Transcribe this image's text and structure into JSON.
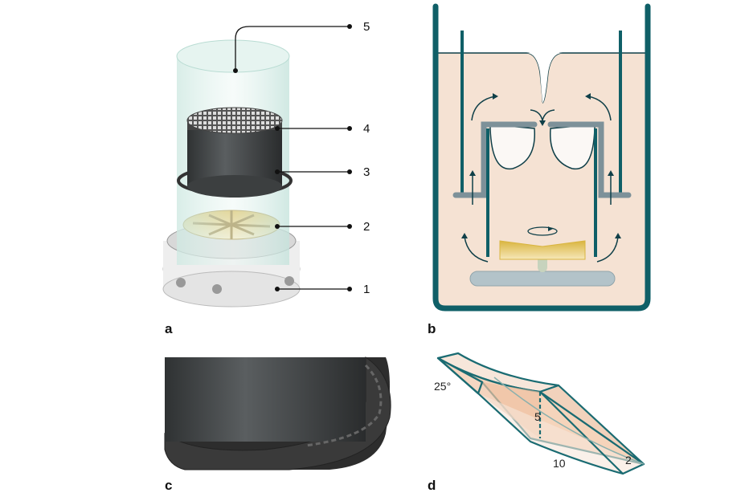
{
  "panels": {
    "a": {
      "label": "a",
      "callouts": [
        "5",
        "4",
        "3",
        "2",
        "1"
      ]
    },
    "b": {
      "label": "b"
    },
    "c": {
      "label": "c"
    },
    "d": {
      "label": "d",
      "angle": "25°",
      "height": "5",
      "length": "10",
      "width": "2"
    }
  },
  "colors": {
    "teal": "#0f5f67",
    "liquid": "#f5e2d3",
    "grey": "#7d9199",
    "gold": "#d9b540"
  }
}
